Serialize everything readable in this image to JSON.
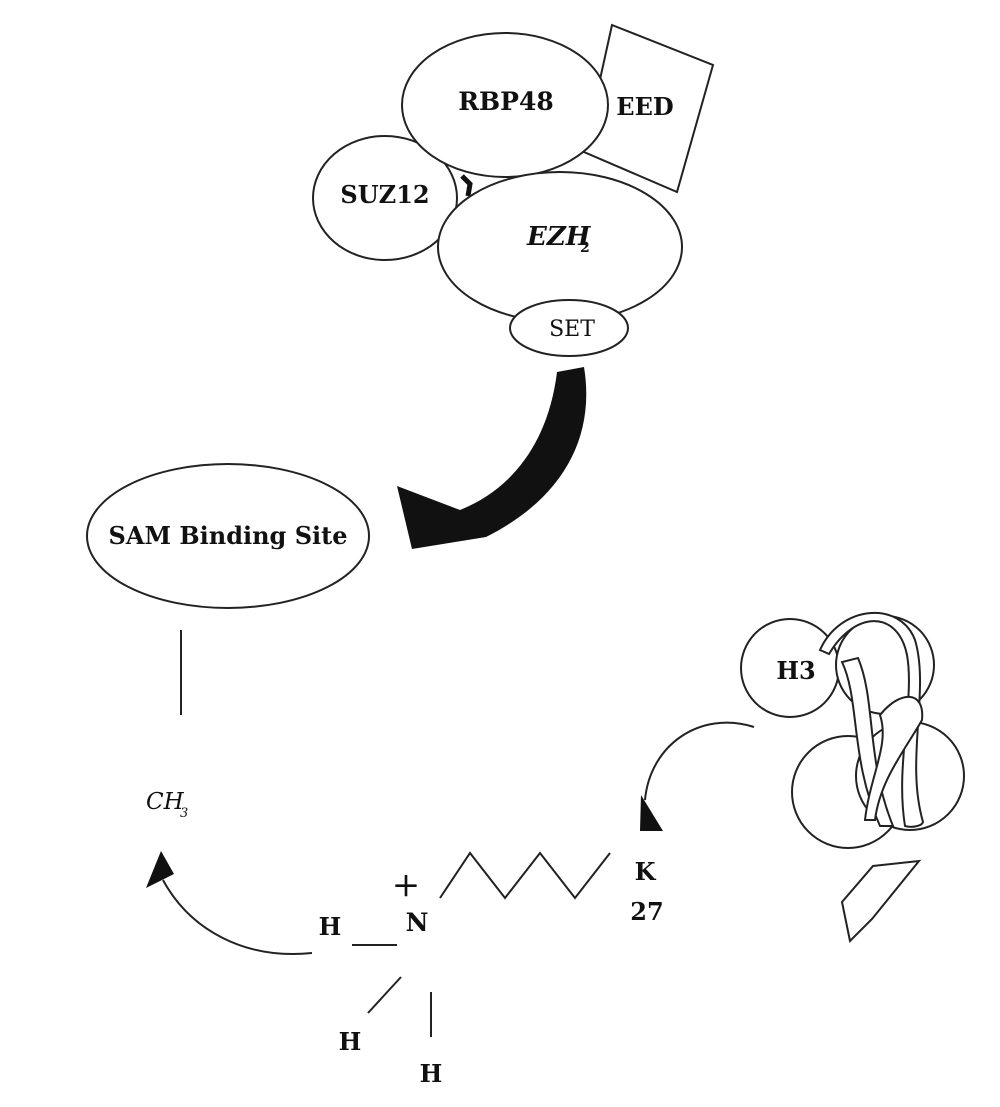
{
  "complex": {
    "rbp48": "RBP48",
    "eed": "EED",
    "suz12": "SUZ12",
    "ezh2_main": "EZH",
    "ezh2_sub": "2",
    "set": "SET"
  },
  "sam_site": "SAM Binding Site",
  "methyl": {
    "main": "CH",
    "sub": "3"
  },
  "histone": {
    "h3": "H3"
  },
  "lysine": {
    "k": "K",
    "num": "27",
    "charge": "+",
    "n": "N",
    "h_left": "H",
    "h_lower_left": "H",
    "h_bottom": "H"
  }
}
